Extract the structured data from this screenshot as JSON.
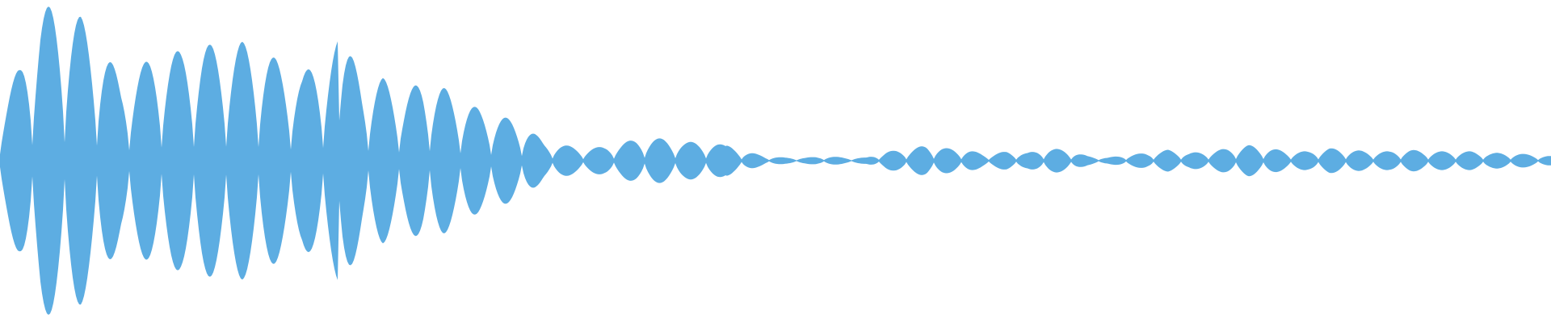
{
  "waveform": {
    "color": "#5dade2",
    "background": "#ffffff",
    "peaks": [
      0.34,
      0.61,
      0.98,
      0.99,
      0.92,
      0.77,
      0.51,
      0.61,
      0.7,
      0.7,
      0.75,
      0.73,
      0.76,
      0.72,
      0.62,
      0.55,
      0.67,
      0.8,
      0.51,
      0.53,
      0.42,
      0.52,
      0.47,
      0.38,
      0.32,
      0.28,
      0.24,
      0.12,
      0.1,
      0.08,
      0.09,
      0.12,
      0.15,
      0.14,
      0.12,
      0.12,
      0.1,
      0.06,
      0.03,
      0.02,
      0.02,
      0.03,
      0.02,
      0.02,
      0.06,
      0.07,
      0.1,
      0.08,
      0.07,
      0.04,
      0.06,
      0.05,
      0.08,
      0.07,
      0.03,
      0.02,
      0.04,
      0.05,
      0.07,
      0.05,
      0.06,
      0.08,
      0.1,
      0.08,
      0.06,
      0.06,
      0.08,
      0.07,
      0.06,
      0.06,
      0.07,
      0.06,
      0.06,
      0.06,
      0.05,
      0.05,
      0.04,
      0.03
    ]
  }
}
